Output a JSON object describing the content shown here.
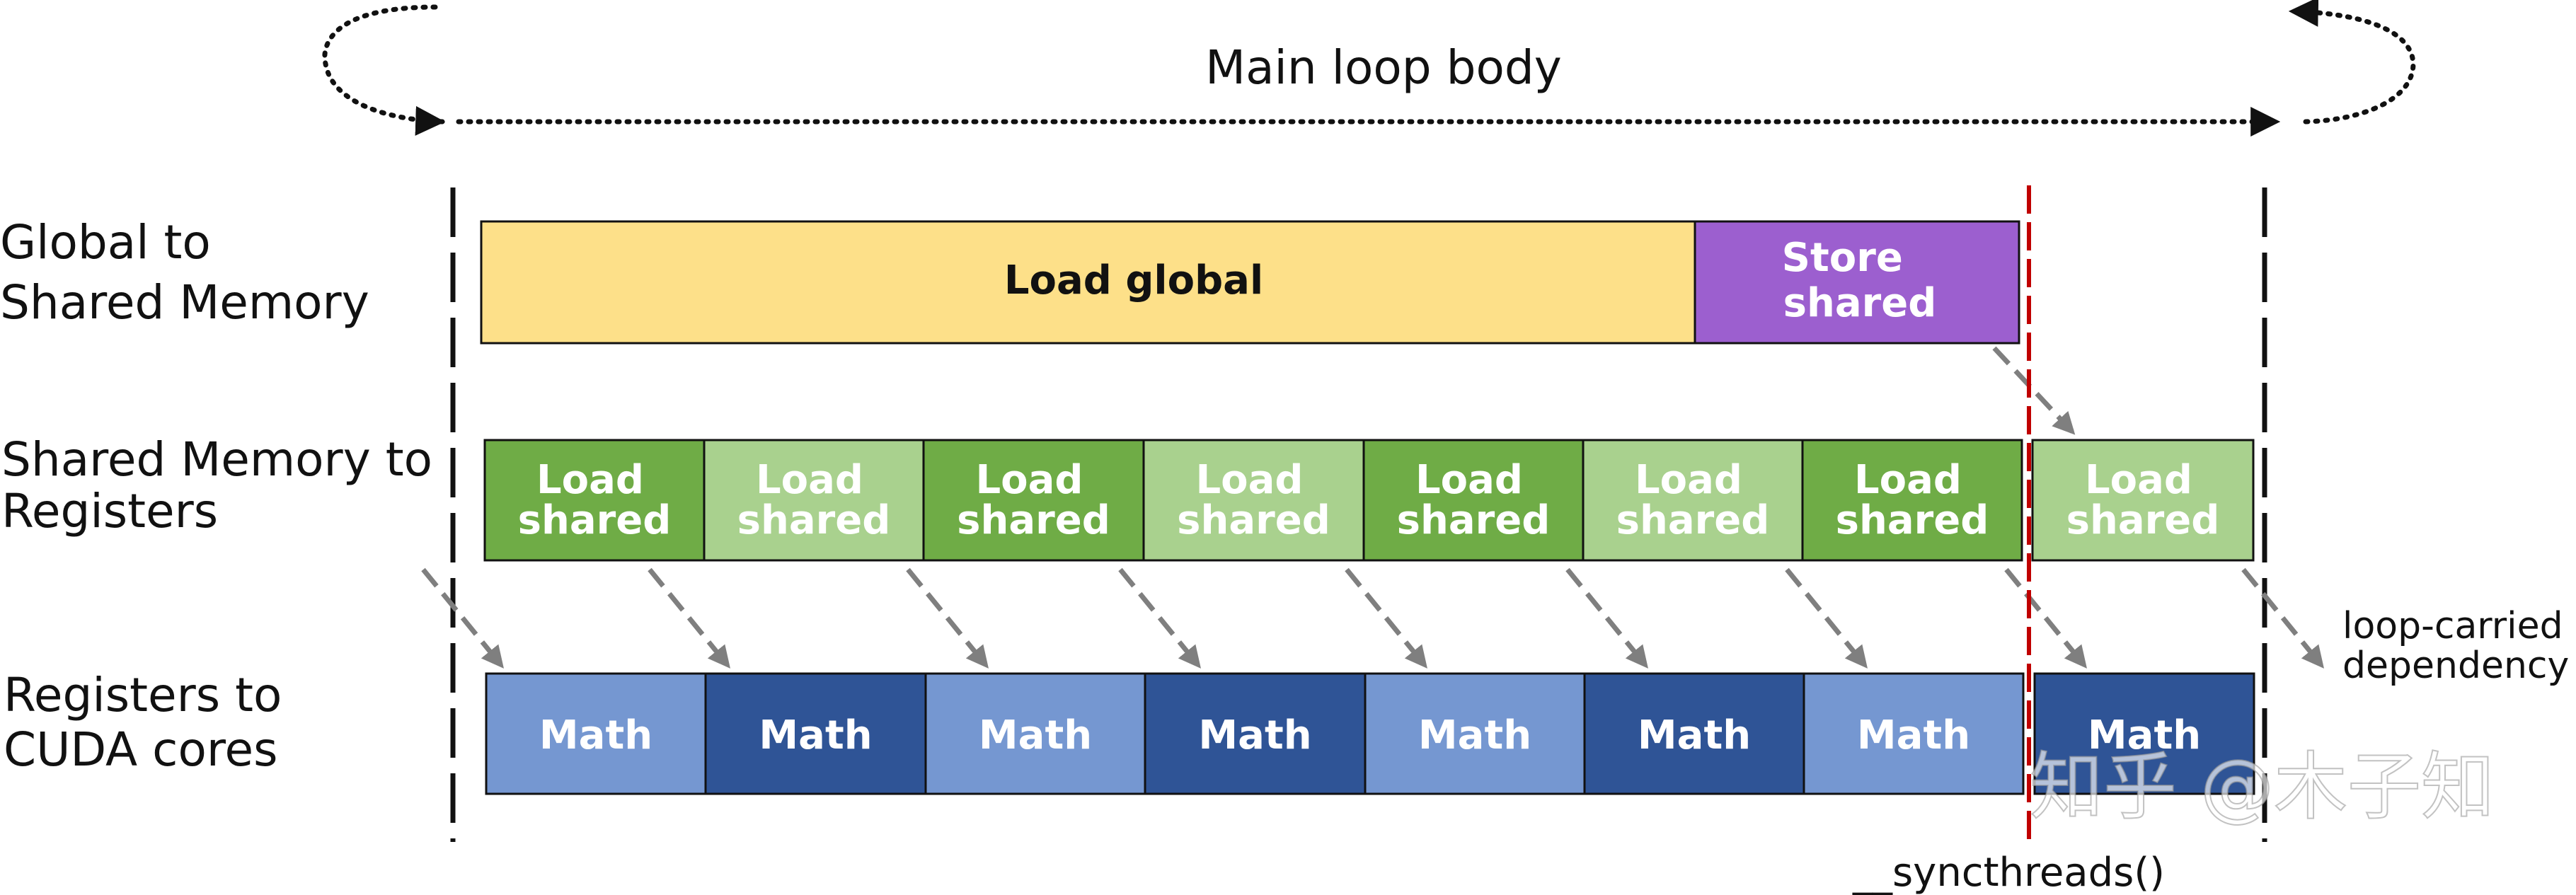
{
  "title": "Main loop body",
  "rows": {
    "global_to_shared": [
      "Global to",
      "Shared Memory"
    ],
    "shared_to_registers": [
      "Shared Memory to",
      "Registers"
    ],
    "registers_to_cores": [
      "Registers to",
      "CUDA cores"
    ]
  },
  "global_row": {
    "load_global": "Load global",
    "store_shared": [
      "Store",
      "shared"
    ]
  },
  "shared_row_blocks": [
    {
      "lines": [
        "Load",
        "shared"
      ],
      "shade": "dark"
    },
    {
      "lines": [
        "Load",
        "shared"
      ],
      "shade": "light"
    },
    {
      "lines": [
        "Load",
        "shared"
      ],
      "shade": "dark"
    },
    {
      "lines": [
        "Load",
        "shared"
      ],
      "shade": "light"
    },
    {
      "lines": [
        "Load",
        "shared"
      ],
      "shade": "dark"
    },
    {
      "lines": [
        "Load",
        "shared"
      ],
      "shade": "light"
    },
    {
      "lines": [
        "Load",
        "shared"
      ],
      "shade": "dark"
    },
    {
      "lines": [
        "Load",
        "shared"
      ],
      "shade": "light"
    }
  ],
  "math_row_blocks": [
    {
      "label": "Math",
      "shade": "light"
    },
    {
      "label": "Math",
      "shade": "dark"
    },
    {
      "label": "Math",
      "shade": "light"
    },
    {
      "label": "Math",
      "shade": "dark"
    },
    {
      "label": "Math",
      "shade": "light"
    },
    {
      "label": "Math",
      "shade": "dark"
    },
    {
      "label": "Math",
      "shade": "light"
    },
    {
      "label": "Math",
      "shade": "dark"
    }
  ],
  "sync_label": "__syncthreads()",
  "loop_note": [
    "loop-carried",
    "dependency"
  ],
  "watermark": "知乎 @木子知",
  "colors": {
    "load_global": "#fde089",
    "store_shared": "#9c5fcf",
    "shared_dark": "#6fac46",
    "shared_light": "#a9d18e",
    "math_light": "#7597d1",
    "math_dark": "#2f5496",
    "sync_line": "#c00000",
    "arrow": "#7f7f7f",
    "text_dark": "#111111",
    "text_light": "#ffffff"
  }
}
